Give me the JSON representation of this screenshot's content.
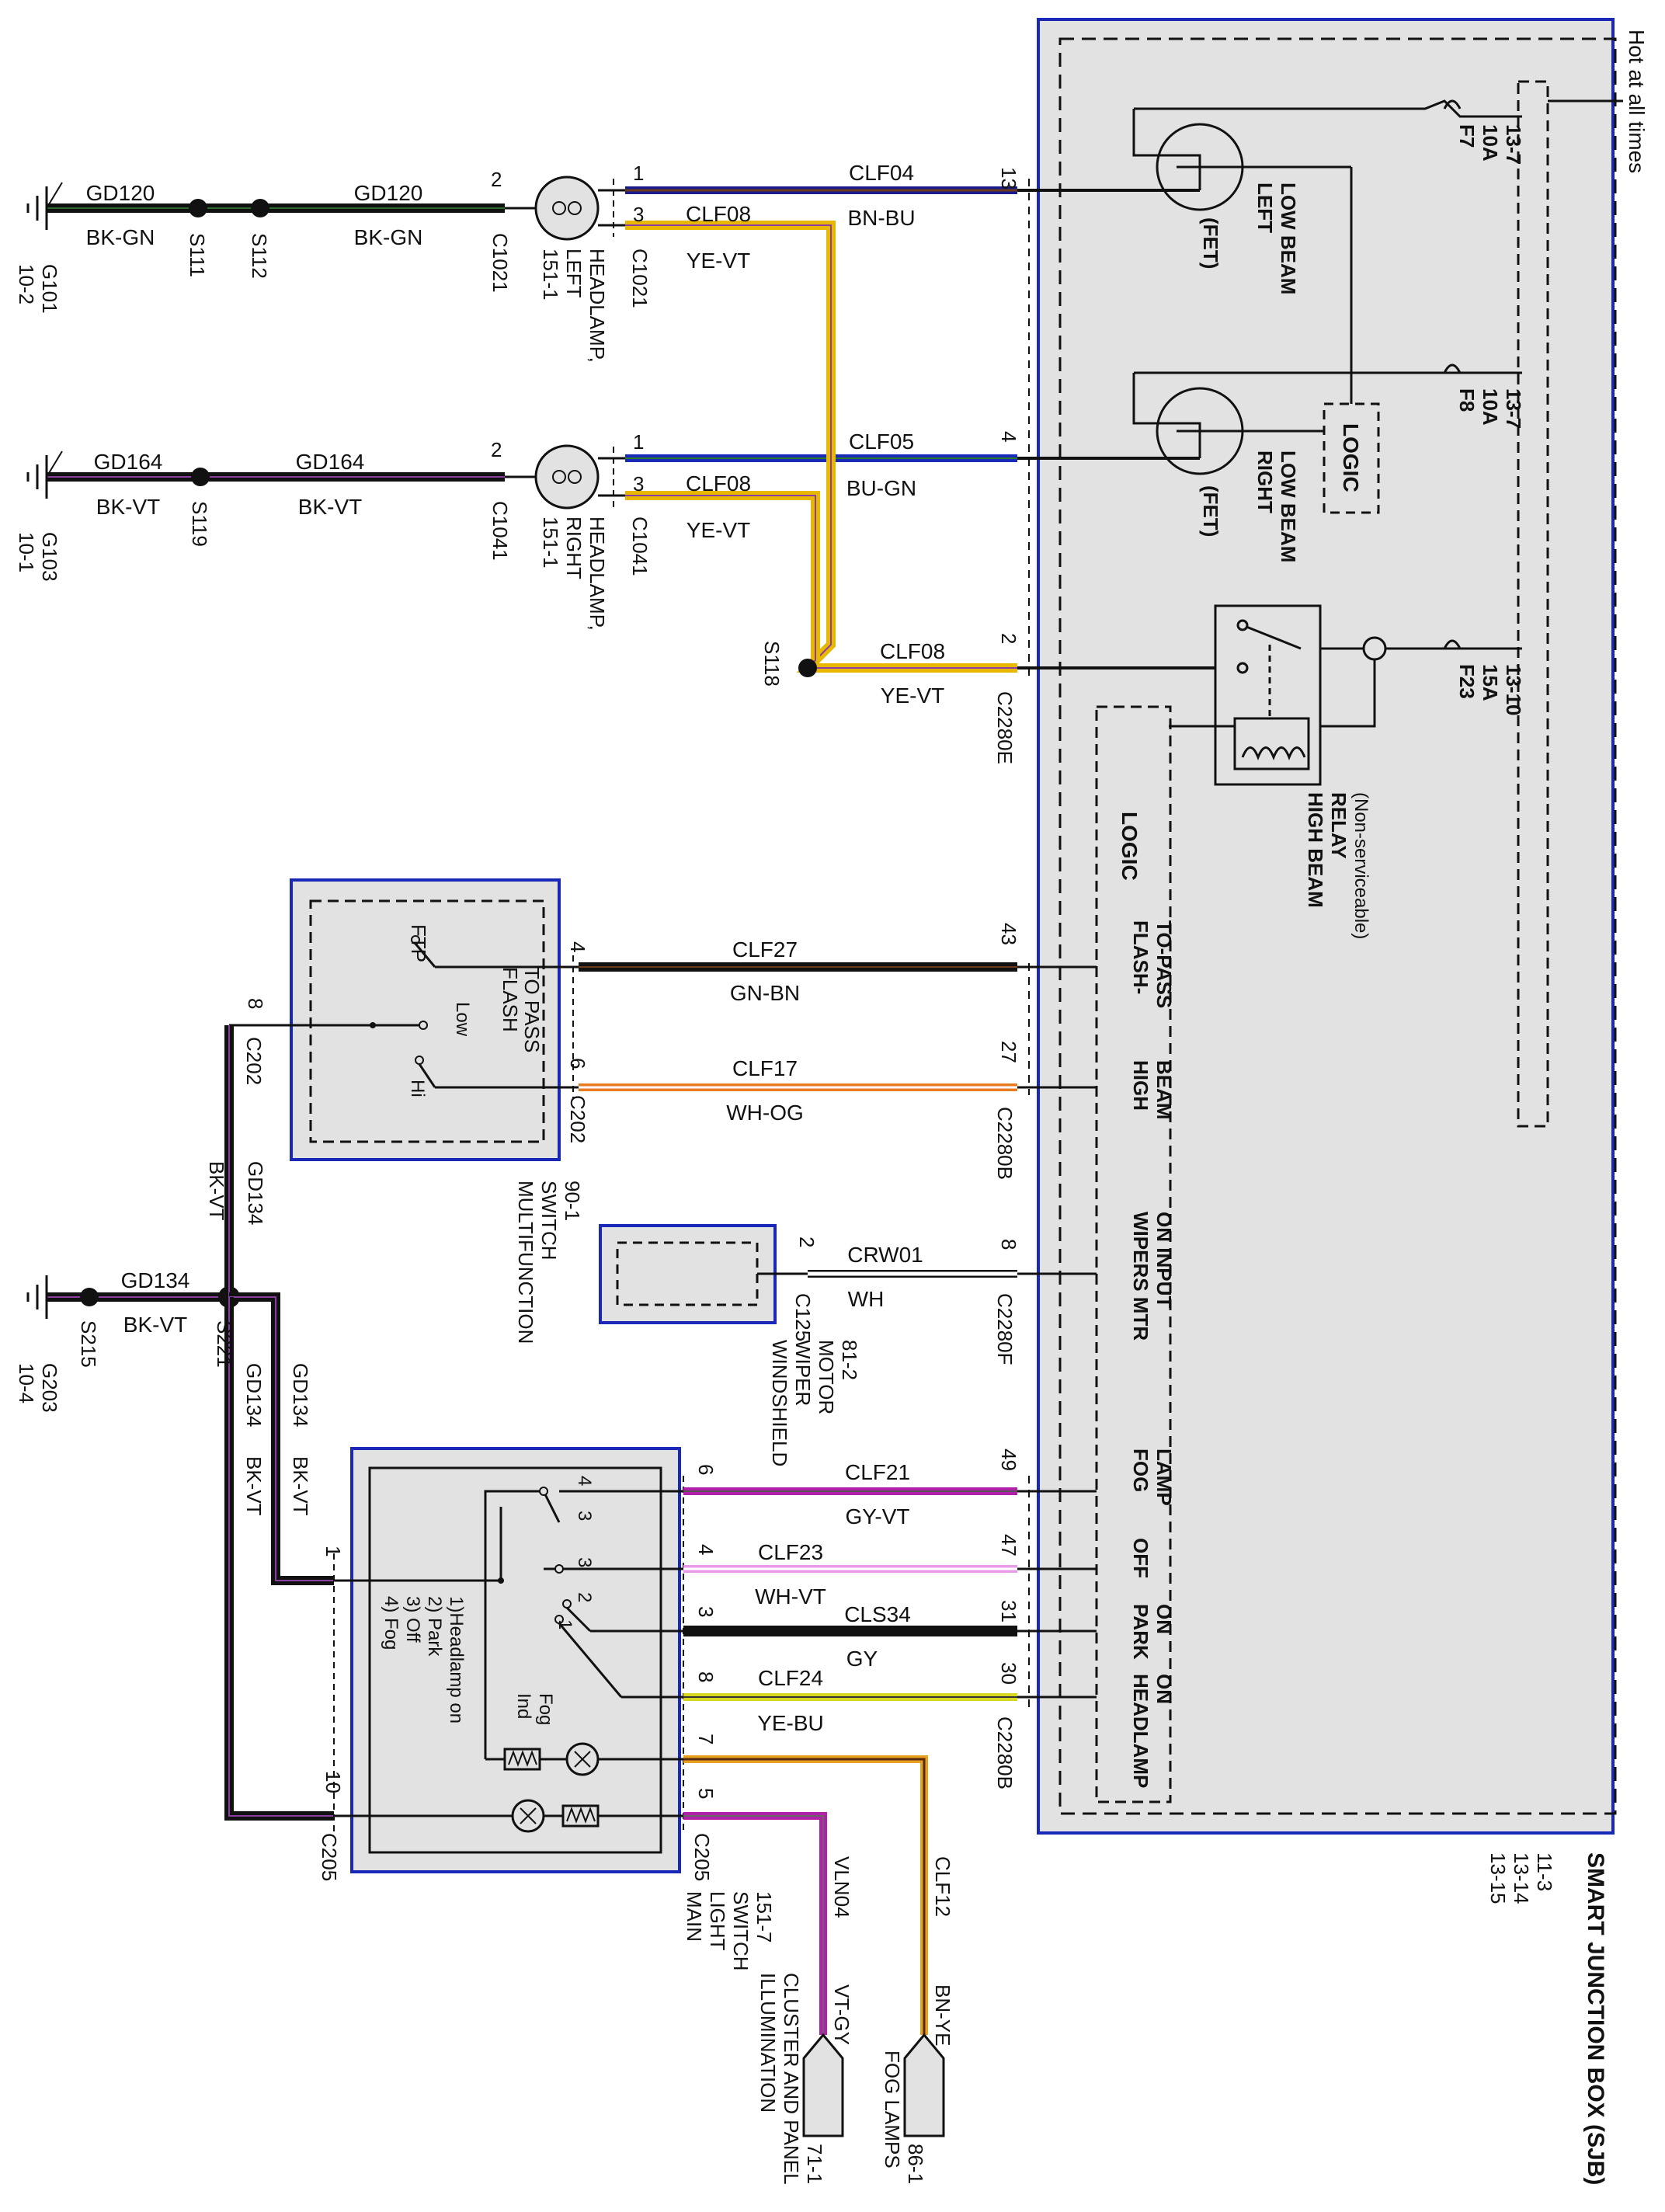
{
  "sjb": {
    "title": "SMART JUNCTION BOX (SJB)",
    "refs": [
      "11-3",
      "13-14",
      "13-15"
    ],
    "hot": "Hot at all times",
    "logic": "LOGIC",
    "logic2": "LOGIC",
    "fuses": [
      {
        "name": "F7",
        "amp": "10A",
        "ref": "13-7"
      },
      {
        "name": "F8",
        "amp": "10A",
        "ref": "13-7"
      },
      {
        "name": "F23",
        "amp": "15A",
        "ref": "13-10"
      }
    ],
    "fets": [
      {
        "label1": "LEFT",
        "label2": "LOW BEAM",
        "fet": "(FET)"
      },
      {
        "label1": "RIGHT",
        "label2": "LOW BEAM",
        "fet": "(FET)"
      }
    ],
    "relay": {
      "line1": "HIGH BEAM",
      "line2": "RELAY",
      "line3": "(Non-serviceable)"
    },
    "outputs": [
      {
        "line1": "FLASH-",
        "line2": "TO-PASS"
      },
      {
        "line1": "HIGH",
        "line2": "BEAM"
      },
      {
        "line1": "WIPERS MTR",
        "line2": "ON INPUT"
      },
      {
        "line1": "FOG",
        "line2": "LAMP"
      },
      {
        "line1": "OFF",
        "line2": ""
      },
      {
        "line1": "PARK",
        "line2": "ON"
      },
      {
        "line1": "HEADLAMP",
        "line2": "ON"
      }
    ]
  },
  "wires": [
    {
      "pin": "13",
      "circuit": "CLF04",
      "color": "BN-BU"
    },
    {
      "pin": "4",
      "circuit": "CLF05",
      "color": "BU-GN"
    },
    {
      "pin": "2",
      "circuit": "CLF08",
      "color": "YE-VT",
      "connector": "C2280E"
    },
    {
      "pin": "43",
      "circuit": "CLF27",
      "color": "GN-BN"
    },
    {
      "pin": "27",
      "circuit": "CLF17",
      "color": "WH-OG",
      "connector": "C2280B"
    },
    {
      "pin": "8",
      "circuit": "CRW01",
      "color": "WH",
      "connector": "C2280F"
    },
    {
      "pin": "49",
      "circuit": "CLF21",
      "color": "GY-VT"
    },
    {
      "pin": "47",
      "circuit": "CLF23",
      "color": "WH-VT"
    },
    {
      "pin": "31",
      "circuit": "CLS34",
      "color": "GY"
    },
    {
      "pin": "30",
      "circuit": "CLF24",
      "color": "YE-BU",
      "connector": "C2280B"
    }
  ],
  "headlamps": [
    {
      "name1": "HEADLAMP,",
      "name2": "LEFT",
      "ref": "151-1",
      "conn": "C1021",
      "pin1": "1",
      "pin3": "3",
      "pin2": "2",
      "branch": "CLF08",
      "branchColor": "YE-VT"
    },
    {
      "name1": "HEADLAMP,",
      "name2": "RIGHT",
      "ref": "151-1",
      "conn": "C1041",
      "pin1": "1",
      "pin3": "3",
      "pin2": "2",
      "branch": "CLF08",
      "branchColor": "YE-VT"
    }
  ],
  "grounds": [
    {
      "g": "G101",
      "ref": "10-2",
      "circuit": "GD120",
      "color": "BK-GN",
      "s1": "S111",
      "s2": "S112",
      "circuit2": "GD120",
      "color2": "BK-GN",
      "conn": "C1021"
    },
    {
      "g": "G103",
      "ref": "10-1",
      "circuit": "GD164",
      "color": "BK-VT",
      "s1": "S119",
      "circuit2": "GD164",
      "color2": "BK-VT",
      "conn": "C1041"
    },
    {
      "g": "G203",
      "ref": "10-4",
      "circuit": "GD134",
      "color": "BK-VT",
      "s1": "S215",
      "s2": "S221"
    }
  ],
  "splice": {
    "name": "S118"
  },
  "multifunction": {
    "line1": "MULTIFUNCTION",
    "line2": "SWITCH",
    "ref": "90-1",
    "conn": "C202",
    "conn2": "C202",
    "ftp": "FTP",
    "flash1": "FLASH",
    "flash2": "TO PASS",
    "low": "Low",
    "hi": "Hi",
    "pin4": "4",
    "pin6": "6",
    "pin8": "8",
    "gnd_circuit": "GD134",
    "gnd_color": "BK-VT"
  },
  "wiper": {
    "line1": "WINDSHIELD",
    "line2": "WIPER",
    "line3": "MOTOR",
    "ref": "81-2",
    "conn": "C125",
    "pin": "2"
  },
  "light_switch": {
    "line1": "MAIN",
    "line2": "LIGHT",
    "line3": "SWITCH",
    "ref": "151-7",
    "conn": "C205",
    "conn2": "C205",
    "legend": [
      "1)Headlamp on",
      "2) Park",
      "3) Off",
      "4) Fog"
    ],
    "fog_ind1": "Fog",
    "fog_ind2": "Ind",
    "pins": [
      "6",
      "4",
      "3",
      "8",
      "7",
      "5",
      "1",
      "10"
    ],
    "sw_pins": [
      "4",
      "3",
      "3",
      "2",
      "1"
    ],
    "gnd1_circuit": "GD134",
    "gnd1_color": "BK-VT",
    "gnd2_circuit": "GD134",
    "gnd2_color": "BK-VT"
  },
  "outputs_bottom": [
    {
      "circuit": "CLF12",
      "color": "BN-YE",
      "dest1": "FOG LAMPS",
      "dest2": "",
      "ref": "86-1"
    },
    {
      "circuit": "VLN04",
      "color": "VT-GY",
      "dest1": "CLUSTER AND PANEL",
      "dest2": "ILLUMINATION",
      "ref": "71-1"
    }
  ]
}
